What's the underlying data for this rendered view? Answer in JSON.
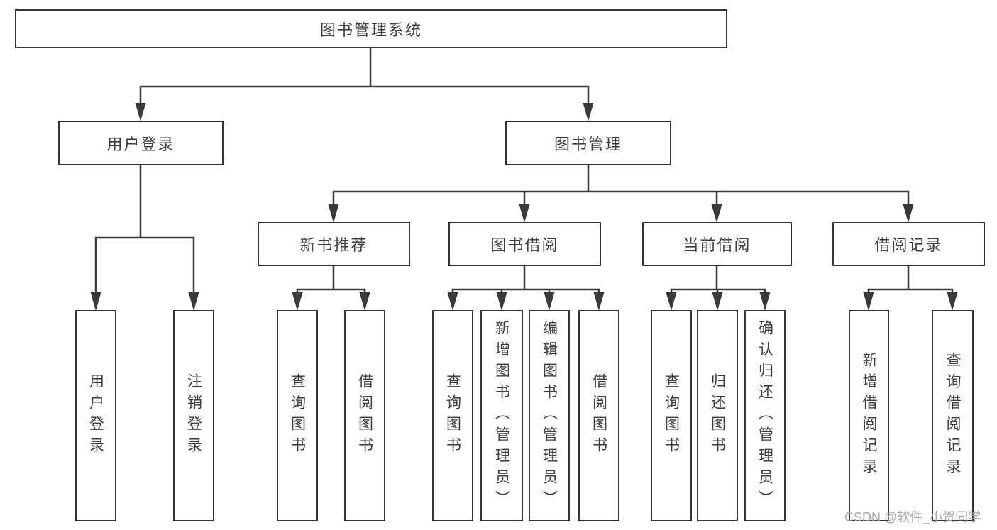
{
  "diagram": {
    "tree": {
      "label": "图书管理系统",
      "children": [
        {
          "label": "用户登录",
          "children": [
            {
              "label": "用户登录"
            },
            {
              "label": "注销登录"
            }
          ]
        },
        {
          "label": "图书管理",
          "children": [
            {
              "label": "新书推荐",
              "children": [
                {
                  "label": "查询图书"
                },
                {
                  "label": "借阅图书"
                }
              ]
            },
            {
              "label": "图书借阅",
              "children": [
                {
                  "label": "查询图书"
                },
                {
                  "label": "新增图书（管理员）"
                },
                {
                  "label": "编辑图书（管理员）"
                },
                {
                  "label": "借阅图书"
                }
              ]
            },
            {
              "label": "当前借阅",
              "children": [
                {
                  "label": "查询图书"
                },
                {
                  "label": "归还图书"
                },
                {
                  "label": "确认归还（管理员）"
                }
              ]
            },
            {
              "label": "借阅记录",
              "children": [
                {
                  "label": "新增借阅记录"
                },
                {
                  "label": "查询借阅记录"
                }
              ]
            }
          ]
        }
      ]
    }
  },
  "watermark": {
    "text": "CSDN @软件_小贺同学"
  },
  "colors": {
    "line": "#3a3a3a",
    "box_border": "#333333",
    "text": "#3a3e42",
    "watermark": "#a9a9a9",
    "background": "#ffffff"
  }
}
